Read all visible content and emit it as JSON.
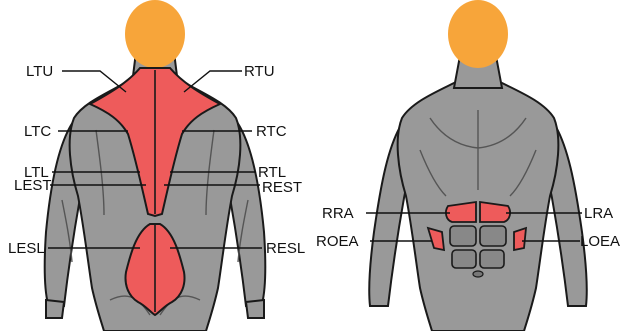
{
  "colors": {
    "skin_head": "#F7A53A",
    "body_gray": "#999999",
    "body_dark": "#777777",
    "outline": "#1A1A1A",
    "muscle_highlight": "#EE5B5B",
    "label": "#111111"
  },
  "figures": [
    {
      "view": "back",
      "labels": {
        "ltu": "LTU",
        "rtu": "RTU",
        "ltc": "LTC",
        "rtc": "RTC",
        "ltl": "LTL",
        "rtl": "RTL",
        "lest": "LEST",
        "rest": "REST",
        "lesl": "LESL",
        "resl": "RESL"
      }
    },
    {
      "view": "front",
      "labels": {
        "rra": "RRA",
        "lra": "LRA",
        "roea": "ROEA",
        "loea": "LOEA"
      }
    }
  ],
  "highlighted_muscles": [
    "trapezius",
    "erector-spinae",
    "rectus-abdominis",
    "external-oblique"
  ]
}
